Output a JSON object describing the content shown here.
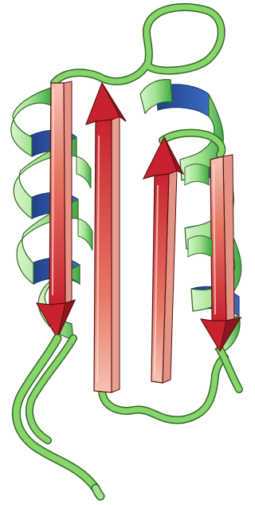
{
  "figure": {
    "type": "protein-ribbon-diagram",
    "colors": {
      "background": "#ffffff",
      "coil": "#86d46a",
      "coil_outline": "#2f6a24",
      "helix_front": "#9fe08e",
      "helix_back": "#2c56a3",
      "strand_light": "#f4b6a6",
      "strand_dark": "#c8222f",
      "strand_outline": "#5b1010"
    },
    "elements": {
      "helices": [
        "helix-left",
        "helix-right"
      ],
      "strands": [
        "strand-1-down",
        "strand-2-up",
        "strand-3-up",
        "strand-4-down"
      ],
      "coils": [
        "loop-top",
        "tail-bottom"
      ]
    }
  }
}
